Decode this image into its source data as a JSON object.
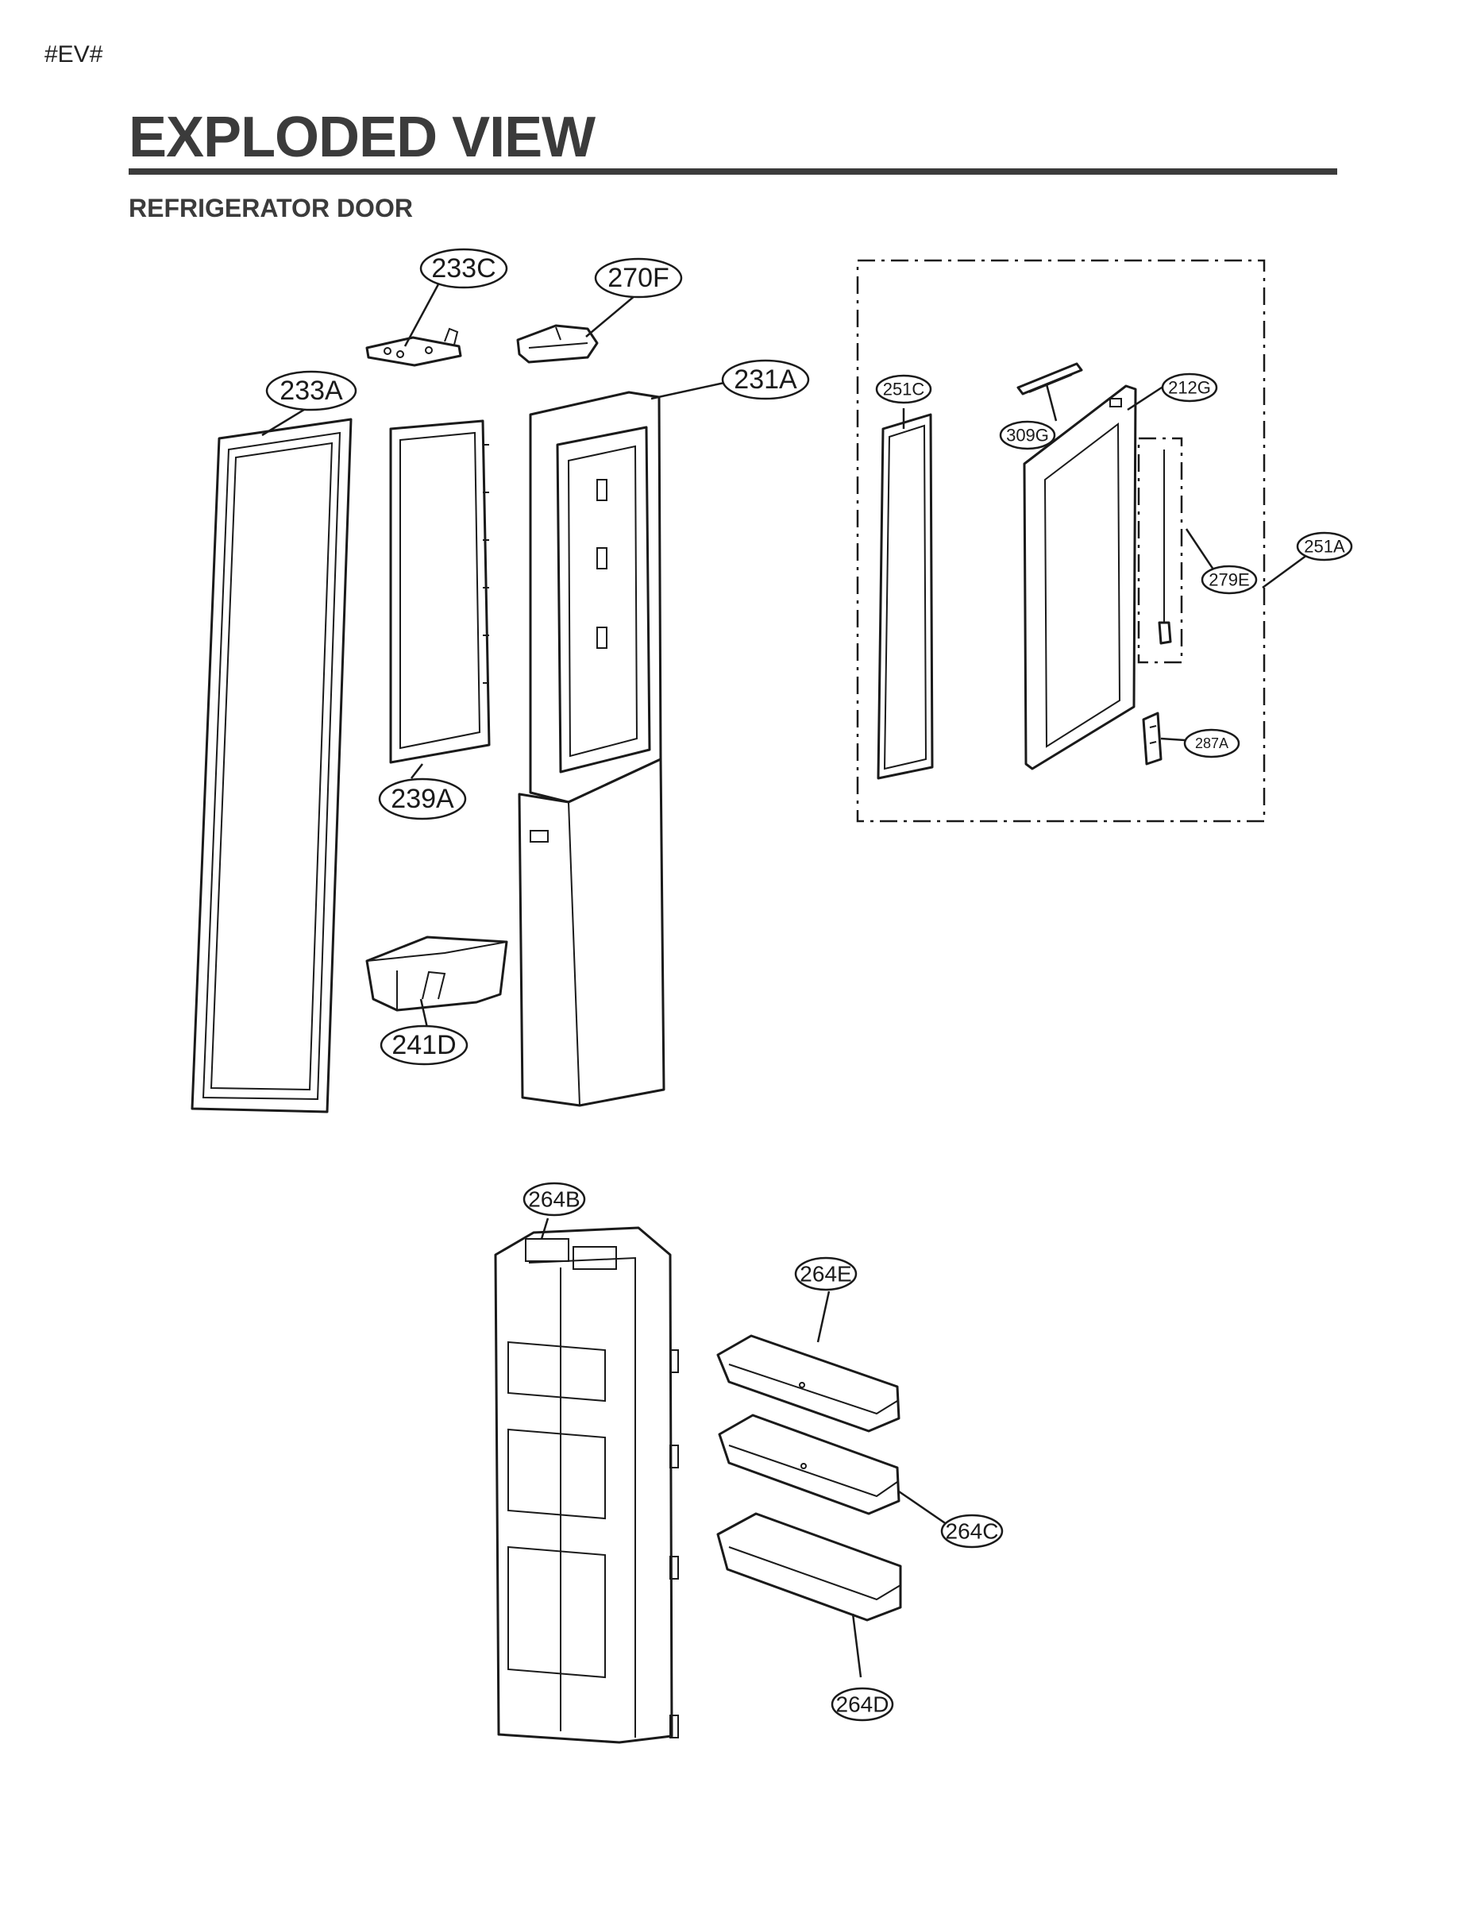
{
  "header": {
    "doc_tag": "#EV#",
    "title": "EXPLODED VIEW",
    "subtitle": "REFRIGERATOR DOOR"
  },
  "callouts": {
    "c233C": "233C",
    "c270F": "270F",
    "c233A": "233A",
    "c231A": "231A",
    "c239A": "239A",
    "c241D": "241D",
    "c251C": "251C",
    "c212G": "212G",
    "c309G": "309G",
    "c251A": "251A",
    "c279E": "279E",
    "c287A": "287A",
    "c264B": "264B",
    "c264E": "264E",
    "c264C": "264C",
    "c264D": "264D"
  }
}
